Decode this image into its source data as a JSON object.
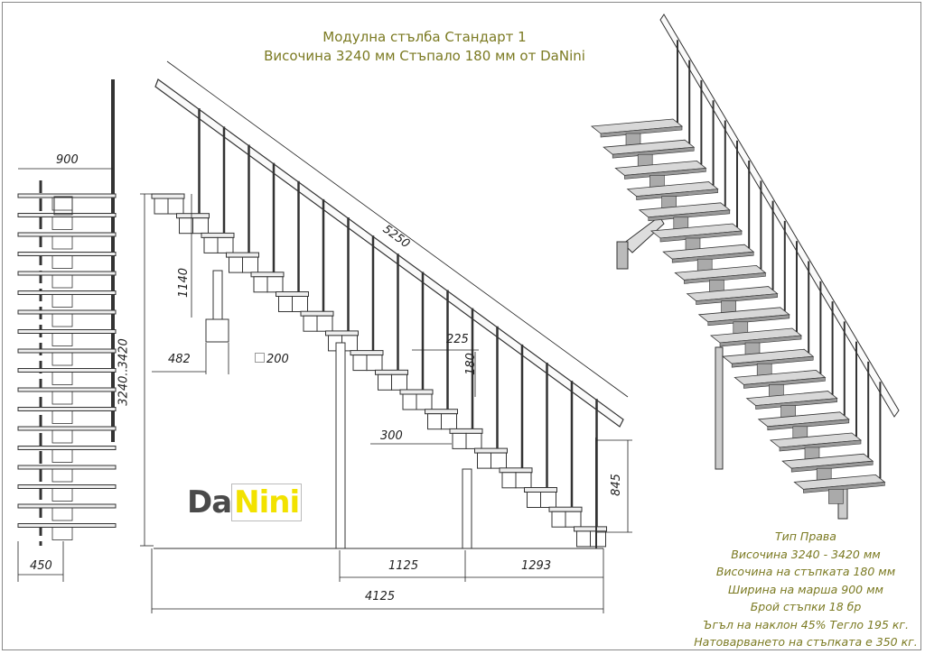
{
  "title": {
    "line1": "Модулна стълба  Стандарт 1",
    "line2": "Височина 3240 мм Стъпало 180 мм от DaNini"
  },
  "logo": {
    "part1": "Da",
    "part2": "Nini"
  },
  "dimensions": {
    "width_front": "900",
    "half_width": "450",
    "height_range": "3240..3420",
    "handrail_length": "5250",
    "support_height": "1140",
    "support_offset": "482",
    "post_size": "200",
    "tread_overhang": "225",
    "step_rise": "180",
    "tread_depth": "300",
    "top_height": "845",
    "span1": "1125",
    "span2": "1293",
    "total_length": "4125"
  },
  "specs": [
    "Тип Права",
    "Височина 3240 - 3420 мм",
    "Височина на стъпката 180 мм",
    "Ширина на марша 900 мм",
    "Брой стъпки 18 бр",
    "Ъгъл на наклон 45% Тегло 195 кг.",
    "Натоварването на стъпката е 350 кг."
  ],
  "step_count": 18,
  "colors": {
    "text_accent": "#7b7a22",
    "logo_yellow": "#f2e200",
    "logo_gray": "#4a4a4a",
    "line": "#333333"
  }
}
